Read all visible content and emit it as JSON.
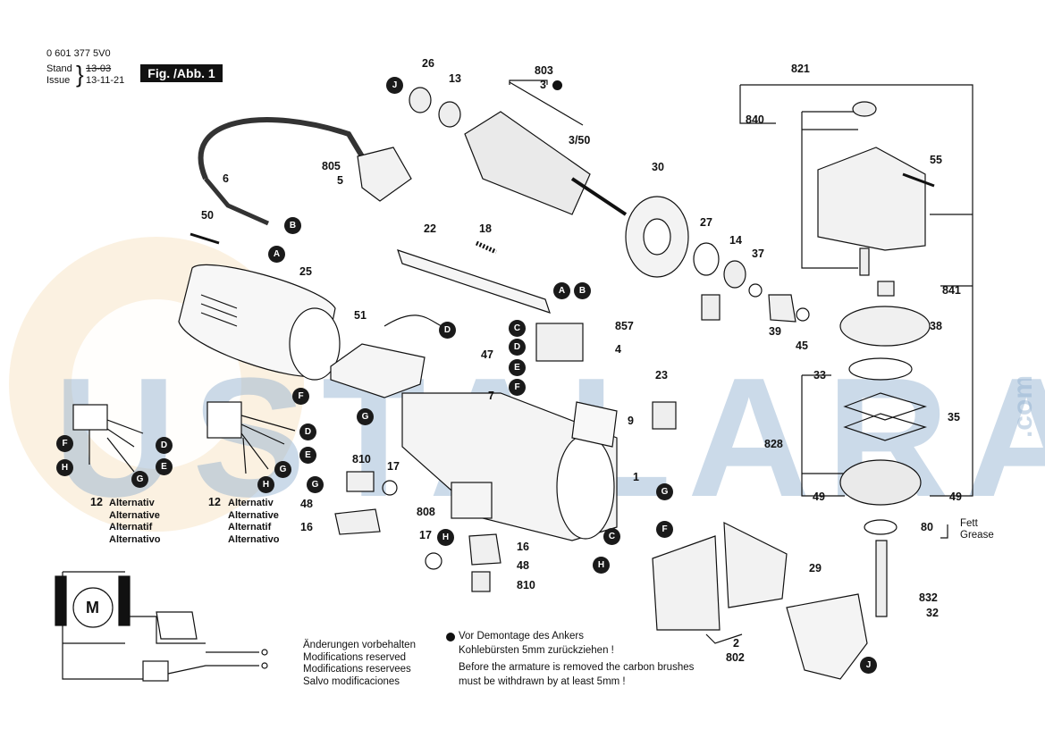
{
  "header": {
    "part_number": "0 601 377 5V0",
    "stand_label": "Stand",
    "issue_label": "Issue",
    "stand_value": "13-03",
    "issue_value": "13-11-21",
    "figure_label": "Fig. /Abb. 1"
  },
  "watermark": {
    "text": "USTALARA",
    "suffix": ".com"
  },
  "parts": {
    "p26": "26",
    "p13": "13",
    "p803": "803",
    "p3": "3",
    "p3_50": "3/50",
    "p821": "821",
    "p840": "840",
    "p55": "55",
    "p805": "805",
    "p5": "5",
    "p6": "6",
    "p50": "50",
    "p30": "30",
    "p22": "22",
    "p18": "18",
    "p27": "27",
    "p14": "14",
    "p37": "37",
    "p25": "25",
    "p51": "51",
    "p857": "857",
    "p4": "4",
    "p841": "841",
    "p38": "38",
    "p39": "39",
    "p45": "45",
    "p47": "47",
    "p7": "7",
    "p23": "23",
    "p33": "33",
    "p35": "35",
    "p9": "9",
    "p1": "1",
    "p828": "828",
    "p810a": "810",
    "p17a": "17",
    "p48a": "48",
    "p16a": "16",
    "p808": "808",
    "p49a": "49",
    "p49b": "49",
    "p80": "80",
    "p17b": "17",
    "p16b": "16",
    "p48b": "48",
    "p810b": "810",
    "p29": "29",
    "p832": "832",
    "p32": "32",
    "p2": "2",
    "p802": "802",
    "p12a": "12",
    "p12b": "12"
  },
  "connectors": {
    "J1": "J",
    "B1": "B",
    "A1": "A",
    "A2": "A",
    "B2": "B",
    "D1": "D",
    "C1": "C",
    "D2": "D",
    "E1": "E",
    "F1": "F",
    "F2": "F",
    "G1": "G",
    "F3": "F",
    "H1": "H",
    "D3": "D",
    "E2": "E",
    "G2": "G",
    "D4": "D",
    "E3": "E",
    "G3": "G",
    "H2": "H",
    "G4": "G",
    "G5": "G",
    "F4": "F",
    "C2": "C",
    "H3": "H",
    "H4": "H",
    "J2": "J"
  },
  "alternatives": {
    "left": [
      "Alternativ",
      "Alternative",
      "Alternatif",
      "Alternativo"
    ],
    "right": [
      "Alternativ",
      "Alternative",
      "Alternatif",
      "Alternativo"
    ]
  },
  "grease": {
    "line1": "Fett",
    "line2": "Grease"
  },
  "motor_symbol": "M",
  "notes": {
    "changes": [
      "Änderungen vorbehalten",
      "Modifications reserved",
      "Modifications reservees",
      "Salvo modificaciones"
    ],
    "armature_de_1": "Vor Demontage des Ankers",
    "armature_de_2": "Kohlebürsten 5mm zurückziehen !",
    "armature_en_1": "Before the armature is removed the carbon brushes",
    "armature_en_2": "must be withdrawn by at least 5mm !"
  }
}
